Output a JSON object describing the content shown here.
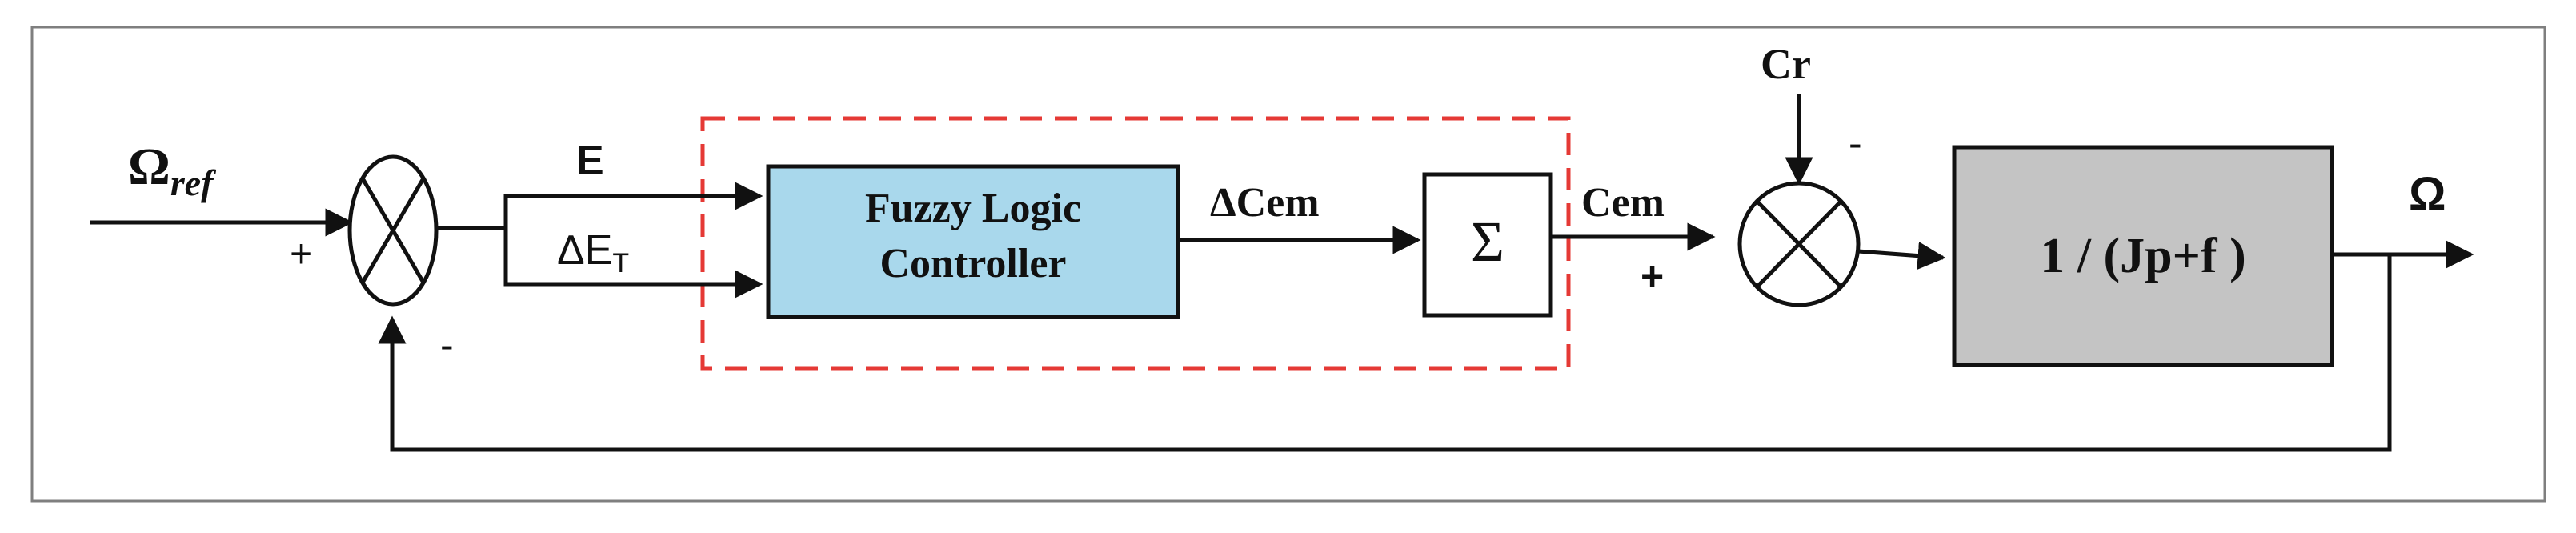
{
  "diagram": {
    "colors": {
      "line": "#111111",
      "frame": "#7f7f7f",
      "dashed_box": "#e53935",
      "fuzzy_fill": "#a9d8ec",
      "plant_fill": "#c4c4c4",
      "junction_fill": "#ffffff",
      "sigma_fill": "#ffffff"
    },
    "labels": {
      "omega_ref_main": "Ω",
      "omega_ref_sub": "ref",
      "plus_left": "+",
      "minus_left": "-",
      "error": "E",
      "delta_error_main": "ΔE",
      "delta_error_sub": "T",
      "delta_cem": "ΔCem",
      "cem": "Cem",
      "plus_right": "+",
      "cr": "Cr",
      "minus_right": "-",
      "omega_out": "Ω"
    },
    "blocks": {
      "fuzzy_line1": "Fuzzy Logic",
      "fuzzy_line2": "Controller",
      "sigma": "Σ",
      "plant": "1 / (Jp+f )"
    }
  }
}
